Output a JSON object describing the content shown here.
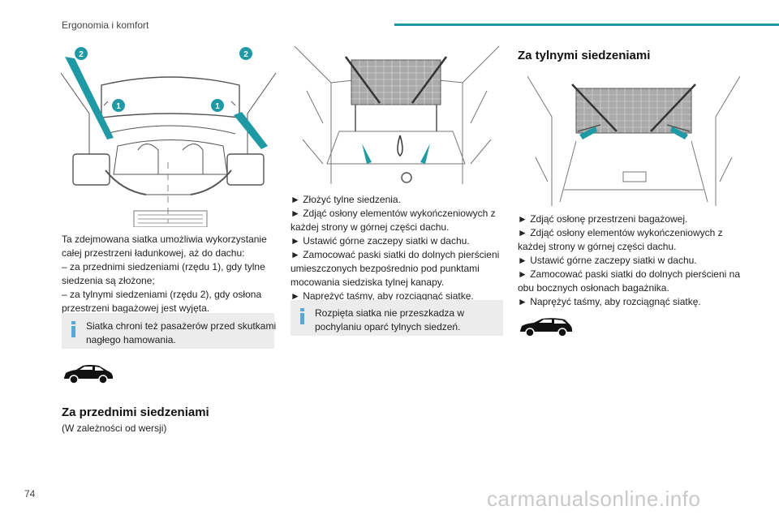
{
  "header": {
    "section": "Ergonomia i komfort"
  },
  "page_number": "74",
  "watermark": "carmanualsonline.info",
  "figure_left": {
    "callouts": [
      "2",
      "2",
      "1",
      "1"
    ]
  },
  "col1": {
    "intro_lines": [
      "Ta zdejmowana siatka umożliwia wykorzystanie",
      "całej przestrzeni ładunkowej, aż do dachu:",
      "– za przednimi siedzeniami (rzędu 1), gdy tylne",
      "siedzenia są złożone;",
      "– za tylnymi siedzeniami (rzędu 2), gdy osłona",
      "przestrzeni bagażowej jest wyjęta."
    ],
    "note_lines": [
      "Siatka chroni też pasażerów przed skutkami",
      "nagłego hamowania."
    ],
    "heading": "Za przednimi siedzeniami",
    "subtext": "(W zależności od wersji)"
  },
  "col2": {
    "step_lines": [
      "► Złożyć tylne siedzenia.",
      "► Zdjąć osłony elementów wykończeniowych z",
      "każdej strony w górnej części dachu.",
      "► Ustawić górne zaczepy siatki w dachu.",
      "► Zamocować paski siatki do dolnych pierścieni",
      "umieszczonych bezpośrednio pod punktami",
      "mocowania siedziska tylnej kanapy.",
      "► Naprężyć taśmy, aby rozciągnąć siatkę."
    ],
    "note_lines": [
      "Rozpięta siatka nie przeszkadza w",
      "pochylaniu oparć tylnych siedzeń."
    ]
  },
  "col3": {
    "heading": "Za tylnymi siedzeniami",
    "step_lines": [
      "► Zdjąć osłonę przestrzeni bagażowej.",
      "► Zdjąć osłony elementów wykończeniowych z",
      "każdej strony w górnej części dachu.",
      "► Ustawić górne zaczepy siatki w dachu.",
      "► Zamocować paski siatki do dolnych pierścieni na",
      "obu bocznych osłonach bagażnika.",
      "► Naprężyć taśmy, aby rozciągnąć siatkę."
    ]
  },
  "colors": {
    "accent": "#1f9aa5",
    "info_icon": "#5aa7d6",
    "note_bg": "#ececec"
  }
}
